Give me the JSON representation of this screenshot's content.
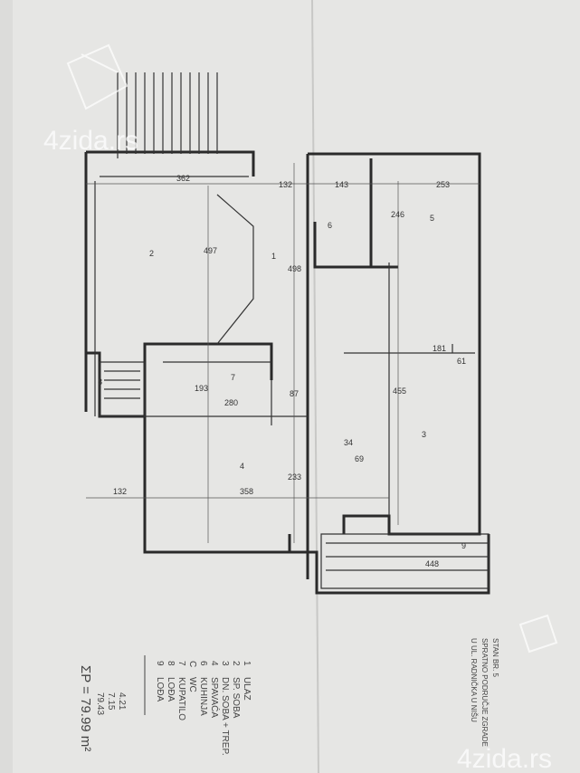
{
  "watermark": "4zida.rs",
  "rooms": [
    "1",
    "2",
    "3",
    "4",
    "5",
    "6",
    "7",
    "8",
    "9"
  ],
  "dimensions": [
    "362",
    "132",
    "143",
    "253",
    "497",
    "246",
    "455",
    "498",
    "280",
    "193",
    "87",
    "233",
    "358",
    "132",
    "181",
    "61",
    "34",
    "69",
    "448"
  ],
  "legend": {
    "items": [
      {
        "no": "1",
        "name": "ULAZ"
      },
      {
        "no": "2",
        "name": "SP. SOBA"
      },
      {
        "no": "3",
        "name": "DN. SOBA + TREP."
      },
      {
        "no": "4",
        "name": "SPAVAĆA"
      },
      {
        "no": "6",
        "name": "KUHINJA"
      },
      {
        "no": "C",
        "name": "WC"
      },
      {
        "no": "7",
        "name": "KUPATILO"
      },
      {
        "no": "8",
        "name": "LOĐA"
      },
      {
        "no": "9",
        "name": "LOĐA"
      }
    ],
    "total": "ΣP = 79.99 m²",
    "calc": [
      "79.43",
      "7.15",
      "4.21"
    ]
  },
  "stamp": [
    "STAN BR. 5",
    "SPRATNO PODRUČJE ZGRADE",
    "U UL. RADNIČKA U NIŠU"
  ],
  "colors": {
    "paper": "#e4e4e2",
    "ink": "#333333"
  }
}
